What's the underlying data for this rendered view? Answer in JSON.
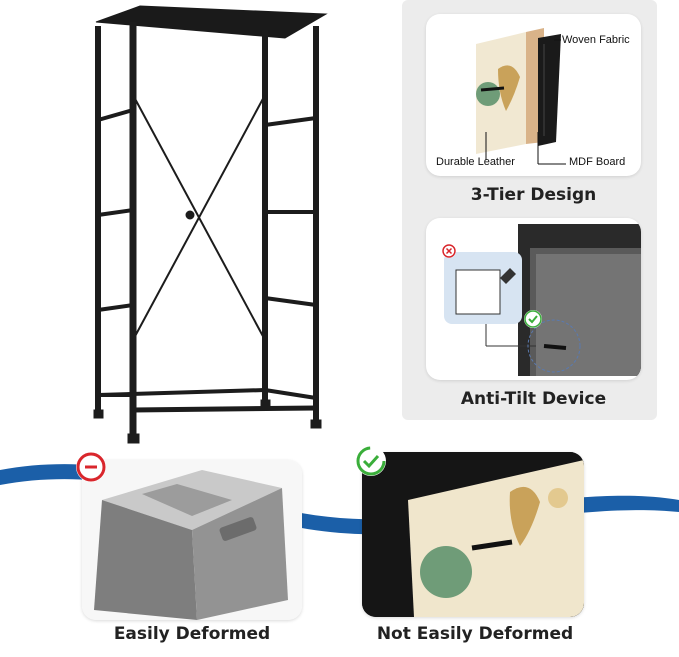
{
  "layers": {
    "woven_fabric": "Woven Fabric",
    "durable_leather": "Durable Leather",
    "mdf_board": "MDF Board"
  },
  "captions": {
    "three_tier": "3-Tier Design",
    "anti_tilt": "Anti-Tilt Device",
    "easily_deformed": "Easily Deformed",
    "not_easily_deformed": "Not Easily Deformed"
  },
  "colors": {
    "accent_blue": "#1b5fa8",
    "bad_red": "#d9262c",
    "good_green": "#3aae3a",
    "frame_black": "#1c1c1c",
    "panel_gray": "#ececec"
  },
  "icons": {
    "bad": "cross-circle-icon",
    "good": "check-circle-icon"
  }
}
